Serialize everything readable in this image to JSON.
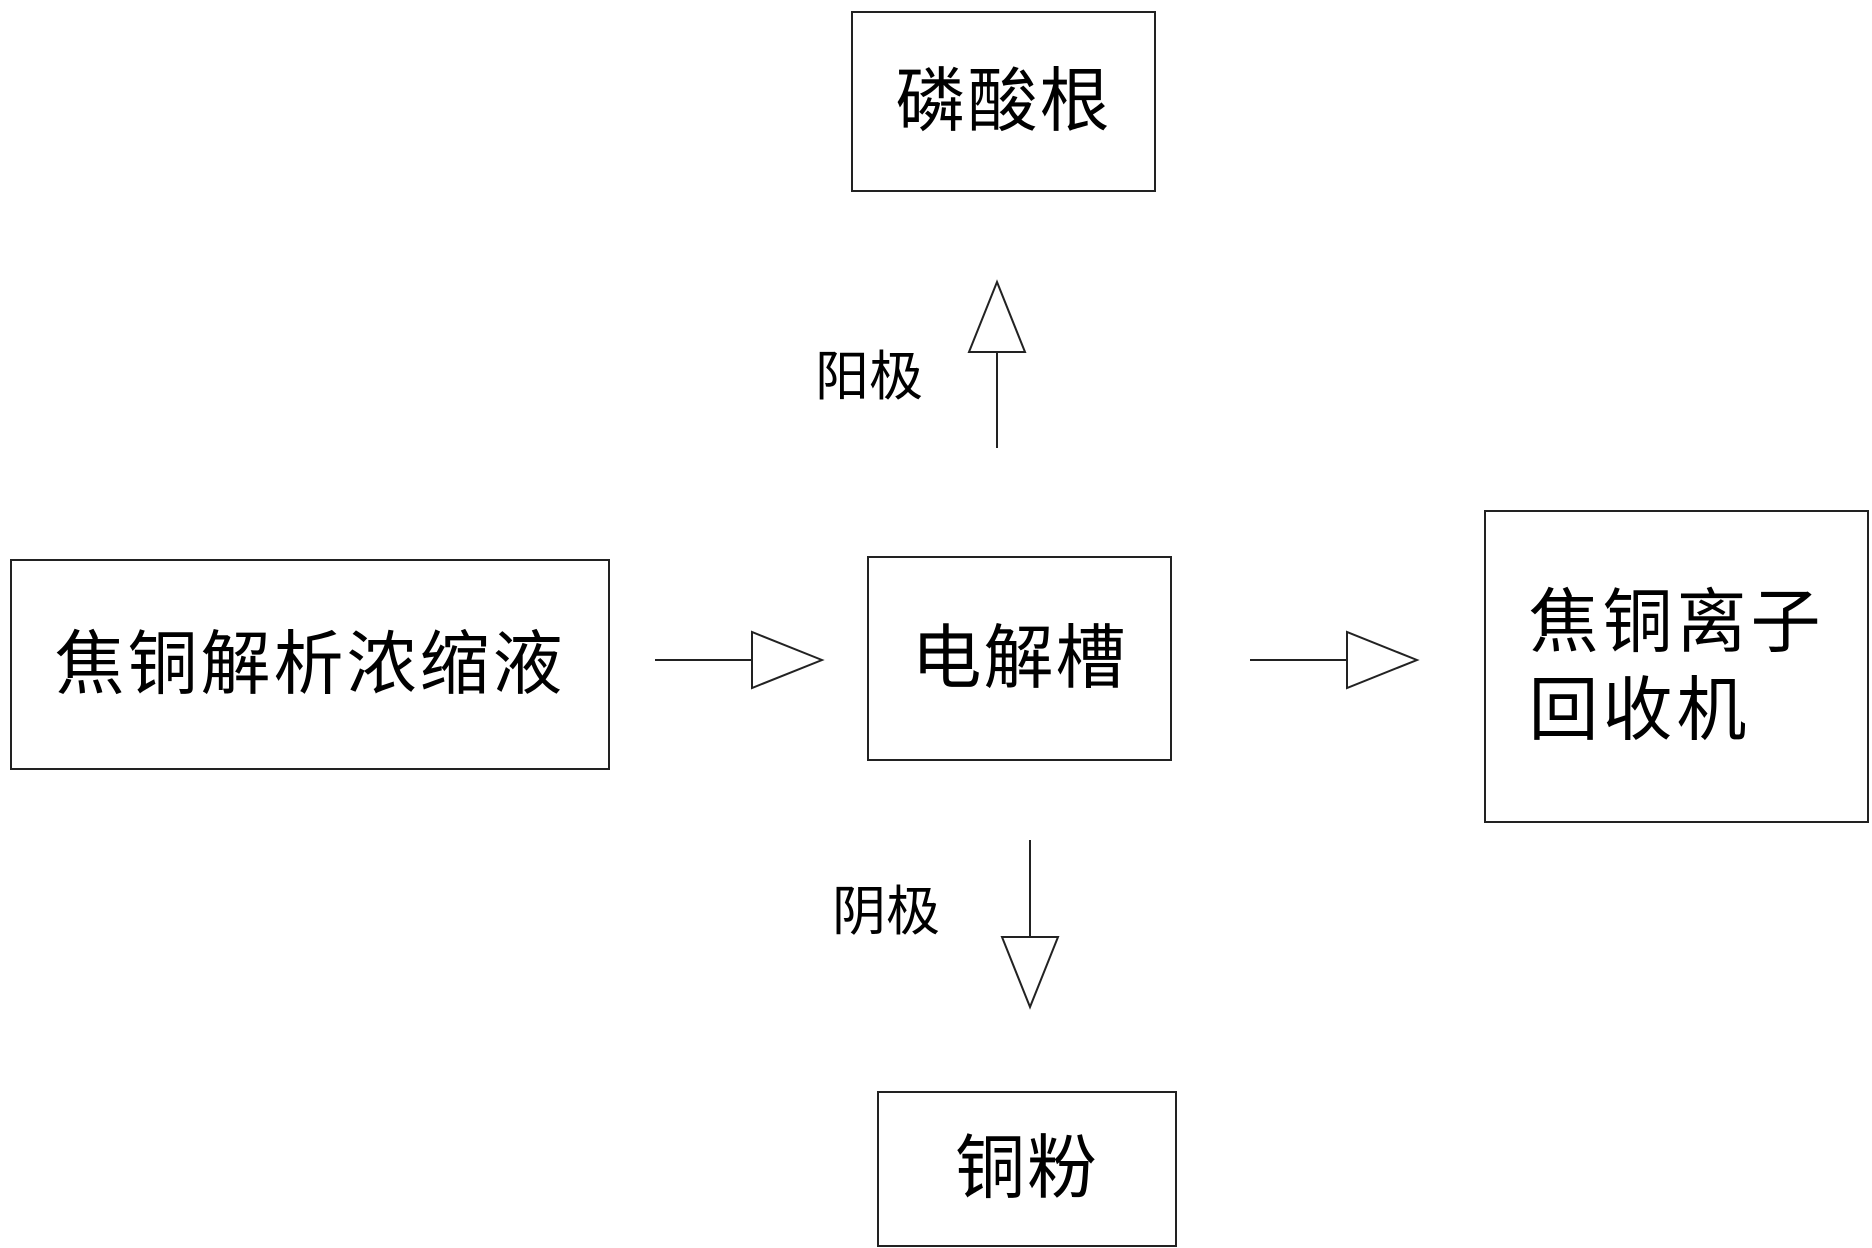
{
  "nodes": {
    "phosphate": {
      "label": "磷酸根"
    },
    "concentrate": {
      "label": "焦铜解析浓缩液"
    },
    "electrolyzer": {
      "label": "电解槽"
    },
    "recovery_machine": {
      "label": "焦铜离子\n回收机"
    },
    "copper_powder": {
      "label": "铜粉"
    }
  },
  "edges": {
    "anode": {
      "label": "阳极",
      "from": "electrolyzer",
      "to": "phosphate"
    },
    "cathode": {
      "label": "阴极",
      "from": "electrolyzer",
      "to": "copper_powder"
    },
    "feed": {
      "label": "",
      "from": "concentrate",
      "to": "electrolyzer"
    },
    "output": {
      "label": "",
      "from": "electrolyzer",
      "to": "recovery_machine"
    }
  },
  "colors": {
    "stroke": "#222222",
    "text": "#000000",
    "background": "#ffffff"
  }
}
